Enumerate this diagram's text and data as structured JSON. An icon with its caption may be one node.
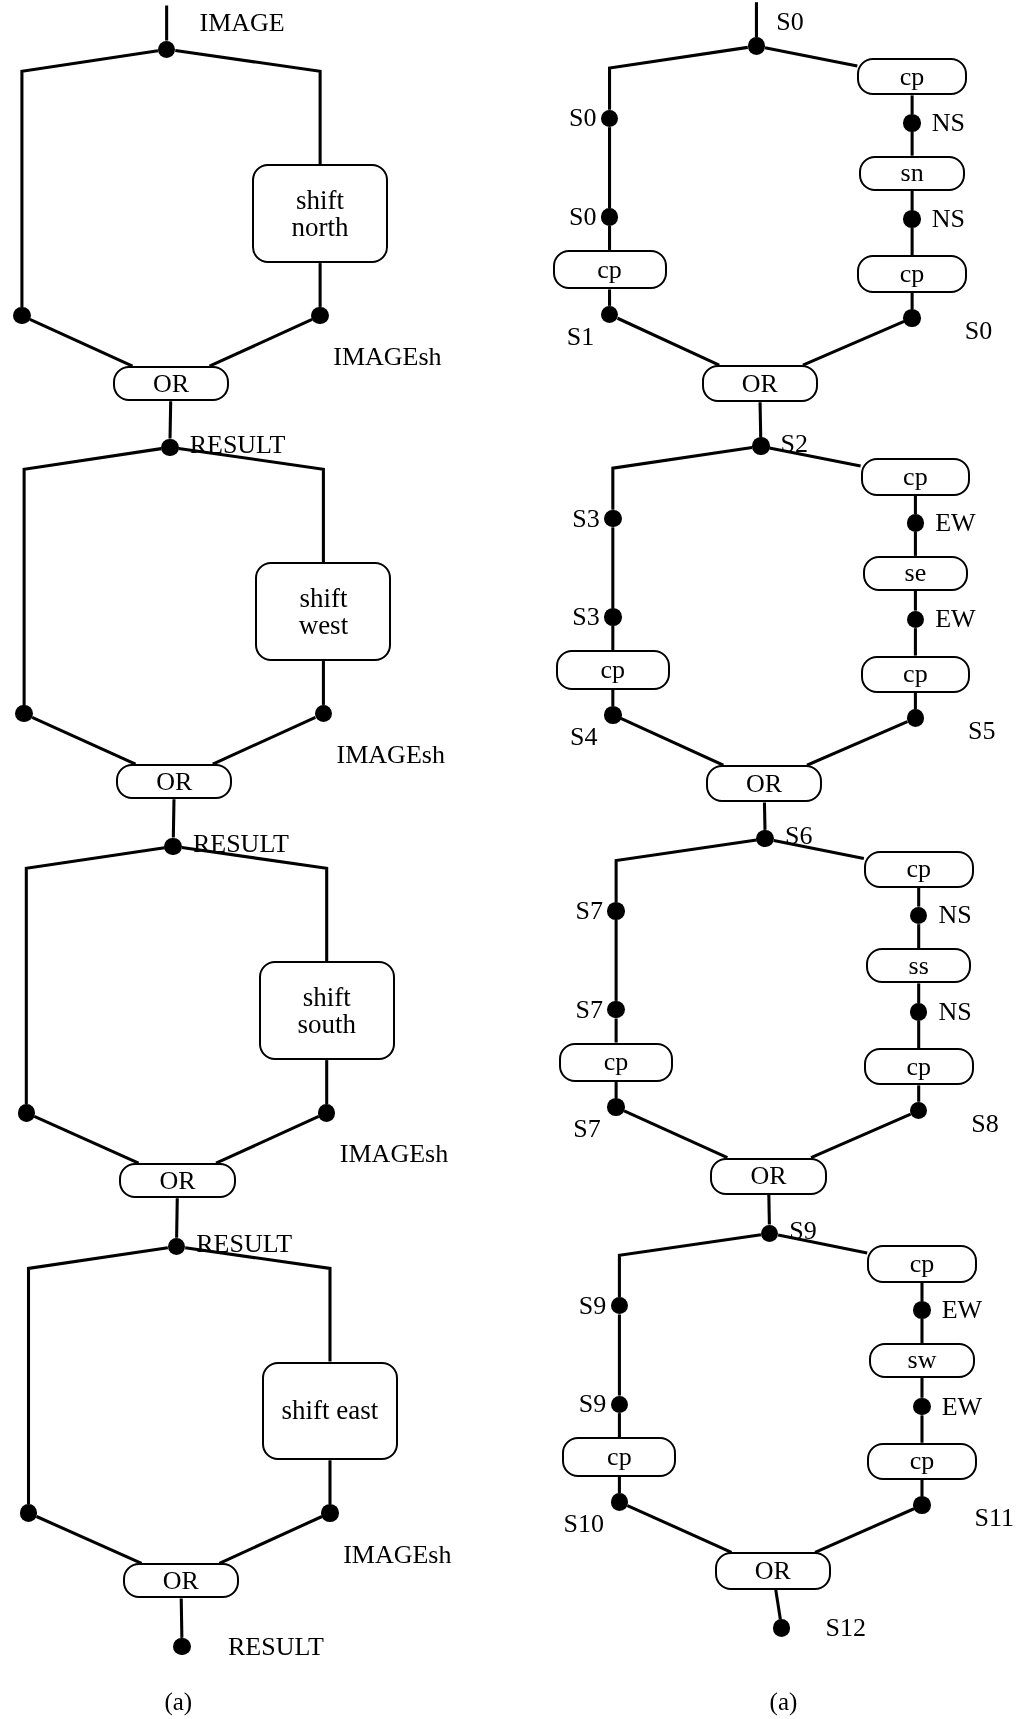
{
  "diagram": {
    "nodes": [
      {
        "text": [],
        "shape": "circle",
        "beside": [
          "IMAGE"
        ]
      },
      {
        "text": [
          "shift north"
        ]
      },
      {
        "text": [],
        "shape": "circle"
      },
      {
        "text": [],
        "shape": "circle",
        "beside": [
          "IMAGEsh"
        ]
      },
      {
        "text": [
          "OR"
        ]
      },
      {
        "text": [],
        "shape": "circle",
        "beside": [
          "RESULT"
        ]
      },
      {
        "text": [
          "shift west"
        ]
      },
      {
        "text": [],
        "shape": "circle"
      },
      {
        "text": [],
        "shape": "circle",
        "beside": [
          "IMAGEsh"
        ]
      },
      {
        "text": [
          "OR"
        ]
      },
      {
        "text": [],
        "shape": "circle",
        "beside": [
          "RESULT"
        ]
      },
      {
        "text": [
          "shift south"
        ]
      },
      {
        "text": [],
        "shape": "circle"
      },
      {
        "text": [],
        "shape": "circle",
        "beside": [
          "IMAGEsh"
        ]
      },
      {
        "text": [
          "OR"
        ]
      },
      {
        "text": [],
        "shape": "circle",
        "beside": [
          "RESULT"
        ]
      },
      {
        "text": [
          "shift east"
        ]
      },
      {
        "text": [],
        "shape": "circle"
      },
      {
        "text": [],
        "shape": "circle",
        "beside": [
          "IMAGEsh"
        ]
      },
      {
        "text": [
          "OR"
        ]
      },
      {
        "text": [],
        "shape": "circle",
        "beside": [
          "RESULT"
        ]
      },
      {
        "text": [],
        "shape": "circle",
        "beside": [
          "S0"
        ]
      },
      {
        "text": [],
        "shape": "circle",
        "beside": [
          "S0"
        ]
      },
      {
        "text": [],
        "shape": "circle",
        "beside": [
          "S0"
        ]
      },
      {
        "text": [
          "cp"
        ]
      },
      {
        "text": [],
        "shape": "circle",
        "beside": [
          "S1"
        ]
      },
      {
        "text": [
          "cp"
        ]
      },
      {
        "text": [],
        "shape": "circle",
        "beside": [
          "NS"
        ]
      },
      {
        "text": [
          "sn"
        ]
      },
      {
        "text": [],
        "shape": "circle",
        "beside": [
          "NS"
        ]
      },
      {
        "text": [
          "cp"
        ]
      },
      {
        "text": [],
        "shape": "circle",
        "beside": [
          "S0"
        ]
      },
      {
        "text": [
          "OR"
        ]
      },
      {
        "text": [],
        "shape": "circle",
        "beside": [
          "S2"
        ]
      },
      {
        "text": [],
        "shape": "circle",
        "beside": [
          "S3"
        ]
      },
      {
        "text": [],
        "shape": "circle",
        "beside": [
          "S3"
        ]
      },
      {
        "text": [
          "cp"
        ]
      },
      {
        "text": [],
        "shape": "circle",
        "beside": [
          "S4"
        ]
      },
      {
        "text": [
          "cp"
        ]
      },
      {
        "text": [],
        "shape": "circle",
        "beside": [
          "EW"
        ]
      },
      {
        "text": [
          "se"
        ]
      },
      {
        "text": [],
        "shape": "circle",
        "beside": [
          "EW"
        ]
      },
      {
        "text": [
          "cp"
        ]
      },
      {
        "text": [],
        "shape": "circle",
        "beside": [
          "S5"
        ]
      },
      {
        "text": [
          "OR"
        ]
      },
      {
        "text": [],
        "shape": "circle",
        "beside": [
          "S6"
        ]
      },
      {
        "text": [],
        "shape": "circle",
        "beside": [
          "S7"
        ]
      },
      {
        "text": [],
        "shape": "circle",
        "beside": [
          "S7"
        ]
      },
      {
        "text": [
          "cp"
        ]
      },
      {
        "text": [],
        "shape": "circle",
        "beside": [
          "S7"
        ]
      },
      {
        "text": [
          "cp"
        ]
      },
      {
        "text": [],
        "shape": "circle",
        "beside": [
          "NS"
        ]
      },
      {
        "text": [
          "ss"
        ]
      },
      {
        "text": [],
        "shape": "circle",
        "beside": [
          "NS"
        ]
      },
      {
        "text": [
          "cp"
        ]
      },
      {
        "text": [],
        "shape": "circle",
        "beside": [
          "S8"
        ]
      },
      {
        "text": [
          "OR"
        ]
      },
      {
        "text": [],
        "shape": "circle",
        "beside": [
          "S9"
        ]
      },
      {
        "text": [],
        "shape": "circle",
        "beside": [
          "S9"
        ]
      },
      {
        "text": [],
        "shape": "circle",
        "beside": [
          "S9"
        ]
      },
      {
        "text": [
          "cp"
        ]
      },
      {
        "text": [],
        "shape": "circle",
        "beside": [
          "S10"
        ]
      },
      {
        "text": [
          "cp"
        ]
      },
      {
        "text": [],
        "shape": "circle",
        "beside": [
          "EW"
        ]
      },
      {
        "text": [
          "sw"
        ]
      },
      {
        "text": [],
        "shape": "circle",
        "beside": [
          "EW"
        ]
      },
      {
        "text": [
          "cp"
        ]
      },
      {
        "text": [],
        "shape": "circle",
        "beside": [
          "S11"
        ]
      },
      {
        "text": [
          "OR"
        ]
      },
      {
        "text": [],
        "shape": "circle",
        "beside": [
          "S12"
        ]
      }
    ],
    "edges": [
      {
        "from": null,
        "to": 0,
        "arrow": "none"
      },
      {
        "from": 0,
        "to": 2,
        "arrow": "none"
      },
      {
        "from": 0,
        "to": 1,
        "arrow": "none"
      },
      {
        "from": 1,
        "to": 3,
        "arrow": "none"
      },
      {
        "from": 2,
        "to": 4,
        "arrow": "none"
      },
      {
        "from": 3,
        "to": 4,
        "arrow": "none"
      },
      {
        "from": 4,
        "to": 5,
        "arrow": "none"
      },
      {
        "from": 5,
        "to": 7,
        "arrow": "none"
      },
      {
        "from": 5,
        "to": 6,
        "arrow": "none"
      },
      {
        "from": 6,
        "to": 8,
        "arrow": "none"
      },
      {
        "from": 7,
        "to": 9,
        "arrow": "none"
      },
      {
        "from": 8,
        "to": 9,
        "arrow": "none"
      },
      {
        "from": 9,
        "to": 10,
        "arrow": "none"
      },
      {
        "from": 10,
        "to": 12,
        "arrow": "none"
      },
      {
        "from": 10,
        "to": 11,
        "arrow": "none"
      },
      {
        "from": 11,
        "to": 13,
        "arrow": "none"
      },
      {
        "from": 12,
        "to": 14,
        "arrow": "none"
      },
      {
        "from": 13,
        "to": 14,
        "arrow": "none"
      },
      {
        "from": 14,
        "to": 15,
        "arrow": "none"
      },
      {
        "from": 15,
        "to": 17,
        "arrow": "none"
      },
      {
        "from": 15,
        "to": 16,
        "arrow": "none"
      },
      {
        "from": 16,
        "to": 18,
        "arrow": "none"
      },
      {
        "from": 17,
        "to": 19,
        "arrow": "none"
      },
      {
        "from": 18,
        "to": 19,
        "arrow": "none"
      },
      {
        "from": 19,
        "to": 20,
        "arrow": "none"
      },
      {
        "from": null,
        "to": 21,
        "arrow": "none"
      },
      {
        "from": 21,
        "to": 22,
        "arrow": "none"
      },
      {
        "from": 22,
        "to": 23,
        "arrow": "none"
      },
      {
        "from": 23,
        "to": 24,
        "arrow": "none"
      },
      {
        "from": 24,
        "to": 25,
        "arrow": "none"
      },
      {
        "from": 25,
        "to": 32,
        "arrow": "none"
      },
      {
        "from": 21,
        "to": 26,
        "arrow": "none"
      },
      {
        "from": 26,
        "to": 27,
        "arrow": "none"
      },
      {
        "from": 27,
        "to": 28,
        "arrow": "none"
      },
      {
        "from": 28,
        "to": 29,
        "arrow": "none"
      },
      {
        "from": 29,
        "to": 30,
        "arrow": "none"
      },
      {
        "from": 30,
        "to": 31,
        "arrow": "none"
      },
      {
        "from": 31,
        "to": 32,
        "arrow": "none"
      },
      {
        "from": 32,
        "to": 33,
        "arrow": "none"
      },
      {
        "from": 33,
        "to": 34,
        "arrow": "none"
      },
      {
        "from": 34,
        "to": 35,
        "arrow": "none"
      },
      {
        "from": 35,
        "to": 36,
        "arrow": "none"
      },
      {
        "from": 36,
        "to": 37,
        "arrow": "none"
      },
      {
        "from": 37,
        "to": 44,
        "arrow": "none"
      },
      {
        "from": 33,
        "to": 38,
        "arrow": "none"
      },
      {
        "from": 38,
        "to": 39,
        "arrow": "none"
      },
      {
        "from": 39,
        "to": 40,
        "arrow": "none"
      },
      {
        "from": 40,
        "to": 41,
        "arrow": "none"
      },
      {
        "from": 41,
        "to": 42,
        "arrow": "none"
      },
      {
        "from": 42,
        "to": 43,
        "arrow": "none"
      },
      {
        "from": 43,
        "to": 44,
        "arrow": "none"
      },
      {
        "from": 44,
        "to": 45,
        "arrow": "none"
      },
      {
        "from": 45,
        "to": 46,
        "arrow": "none"
      },
      {
        "from": 46,
        "to": 47,
        "arrow": "none"
      },
      {
        "from": 47,
        "to": 48,
        "arrow": "none"
      },
      {
        "from": 48,
        "to": 49,
        "arrow": "none"
      },
      {
        "from": 49,
        "to": 56,
        "arrow": "none"
      },
      {
        "from": 45,
        "to": 50,
        "arrow": "none"
      },
      {
        "from": 50,
        "to": 51,
        "arrow": "none"
      },
      {
        "from": 51,
        "to": 52,
        "arrow": "none"
      },
      {
        "from": 52,
        "to": 53,
        "arrow": "none"
      },
      {
        "from": 53,
        "to": 54,
        "arrow": "none"
      },
      {
        "from": 54,
        "to": 55,
        "arrow": "none"
      },
      {
        "from": 55,
        "to": 56,
        "arrow": "none"
      },
      {
        "from": 56,
        "to": 57,
        "arrow": "none"
      },
      {
        "from": 57,
        "to": 58,
        "arrow": "none"
      },
      {
        "from": 58,
        "to": 59,
        "arrow": "none"
      },
      {
        "from": 59,
        "to": 60,
        "arrow": "none"
      },
      {
        "from": 60,
        "to": 61,
        "arrow": "none"
      },
      {
        "from": 61,
        "to": 68,
        "arrow": "none"
      },
      {
        "from": 57,
        "to": 62,
        "arrow": "none"
      },
      {
        "from": 62,
        "to": 63,
        "arrow": "none"
      },
      {
        "from": 63,
        "to": 64,
        "arrow": "none"
      },
      {
        "from": 64,
        "to": 65,
        "arrow": "none"
      },
      {
        "from": 65,
        "to": 66,
        "arrow": "none"
      },
      {
        "from": 66,
        "to": 67,
        "arrow": "none"
      },
      {
        "from": 67,
        "to": 68,
        "arrow": "none"
      },
      {
        "from": 68,
        "to": 69,
        "arrow": "none"
      }
    ],
    "labels": [
      "(a)",
      "(a)"
    ]
  }
}
